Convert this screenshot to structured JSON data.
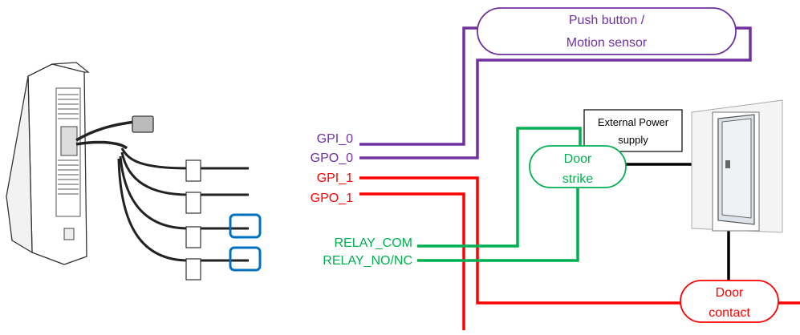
{
  "colors": {
    "purple": "#7030a0",
    "red": "#ff0000",
    "green": "#00b050",
    "blue": "#0070c0",
    "black": "#000000"
  },
  "labels": {
    "gpi_0": "GPI_0",
    "gpo_0": "GPO_0",
    "gpi_1": "GPI_1",
    "gpo_1": "GPO_1",
    "relay_com": "RELAY_COM",
    "relay_no_nc": "RELAY_NO/NC"
  },
  "push_button": {
    "line1": "Push button /",
    "line2": "Motion sensor"
  },
  "door_strike": {
    "line1": "Door",
    "line2": "strike"
  },
  "door_contact": {
    "line1": "Door",
    "line2": "contact"
  },
  "power_supply": {
    "line1": "External Power",
    "line2": "supply"
  },
  "icons": [
    "intercom-device-icon",
    "door-icon",
    "cable-connector-icon"
  ]
}
